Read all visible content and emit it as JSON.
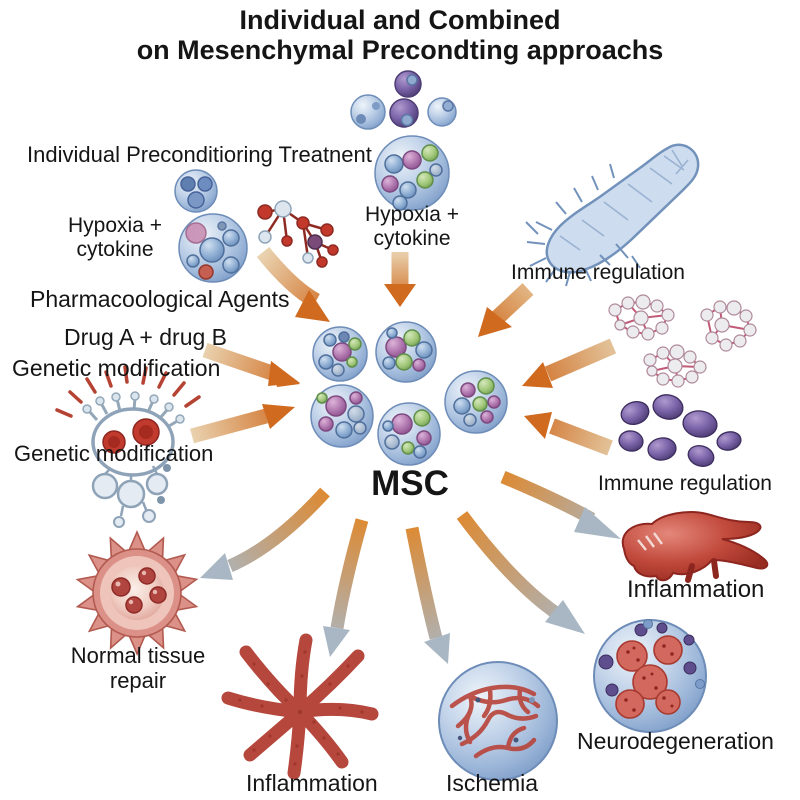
{
  "title": {
    "line1": "Individual and Combined",
    "line2": "on Mesenchymal Precondting approachs"
  },
  "labels": {
    "individual_treatment": "Individual Preconditioring Treatnent",
    "hypoxia_left": "Hypoxia + cytokine",
    "hypoxia_center": "Hypoxia + cytokine",
    "immune_regulation_top": "Immune regulation",
    "pharmacological_agents": "Pharmacoological Agents",
    "drug_a_b": "Drug A + drug B",
    "genetic_modification_1": "Genetic modification",
    "genetic_modification_2": "Genetic modification",
    "msc": "MSC",
    "immune_regulation_right": "Immune regulation",
    "inflammation_right": "Inflammation",
    "normal_tissue_repair": "Normal tissue repair",
    "inflammation_bottom": "Inflammation",
    "ischemia": "Ischemia",
    "neurodegeneration": "Neurodegeneration"
  },
  "colors": {
    "arrow_in_head": "#cf6a1f",
    "arrow_in_tail": "#ead4b2",
    "arrow_out_base": "#dd8a33",
    "arrow_out_head": "#a9b7c4",
    "cell_blue": "#b9cce6",
    "vesicle_purple": "#a86ba8",
    "vesicle_green": "#93bd6e",
    "vesicle_blue": "#7e9fc8",
    "immune_purple": "#5d4a8a",
    "inflammation_red": "#b5473c",
    "text": "#151515"
  },
  "graphics": [
    "small-stem-cell-cluster-icon",
    "hypoxia-cell-icon",
    "drug-molecule-icon",
    "bone-tissue-icon",
    "msc-cell-cluster-icon",
    "adipocyte-cluster-icon",
    "immune-cell-purple-icon",
    "inflammation-red-cell-icon",
    "normal-tissue-repair-cell-icon",
    "inflammation-star-icon",
    "ischemia-vessel-icon",
    "neurodegeneration-cell-icon",
    "genetic-modification-virus-icon"
  ]
}
